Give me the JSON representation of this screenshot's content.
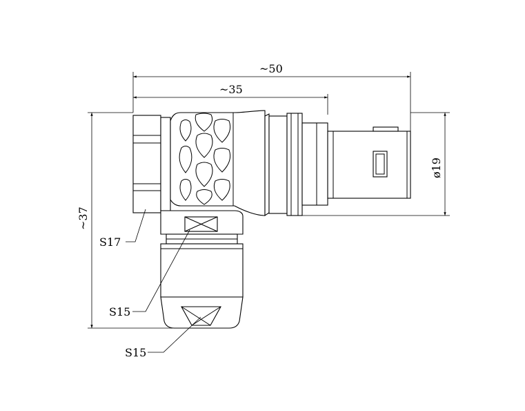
{
  "dimensions": {
    "overall_length": "~50",
    "body_length": "~35",
    "height": "~37",
    "diameter": "ø19"
  },
  "callouts": {
    "wrench_nut": "S17",
    "wrench_body": "S15",
    "wrench_end": "S15"
  },
  "colors": {
    "line": "#000000",
    "background": "#ffffff"
  }
}
